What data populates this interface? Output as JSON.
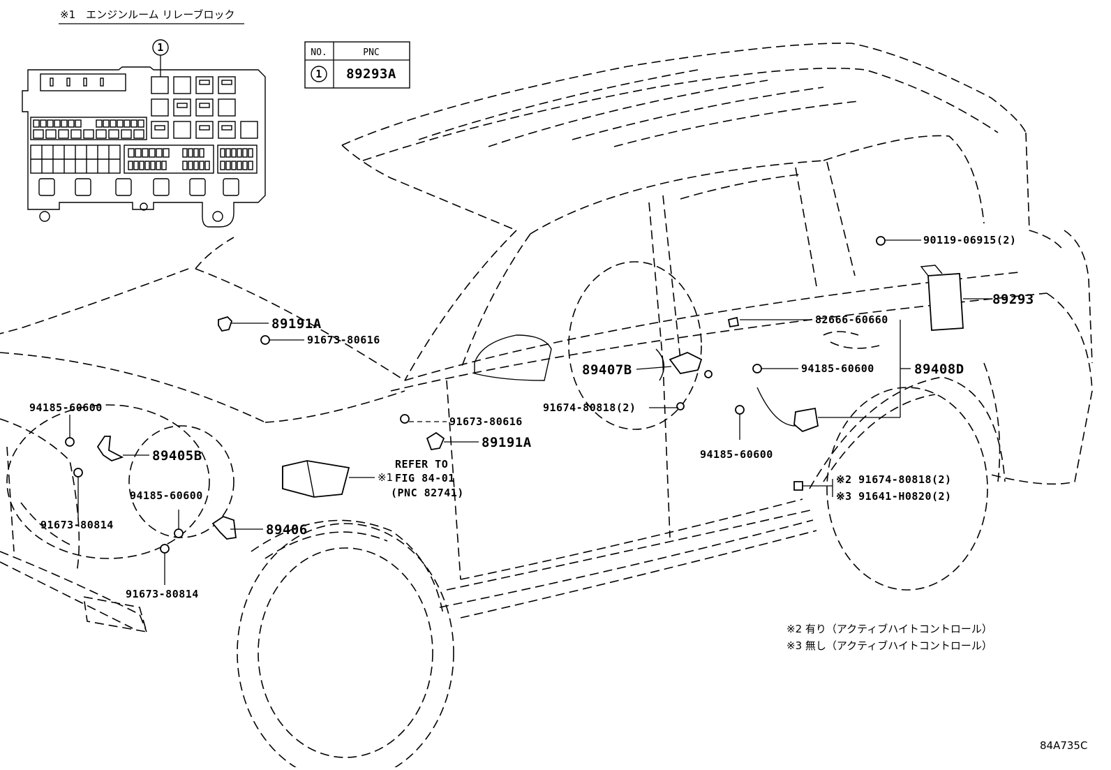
{
  "inset": {
    "title": "※1　エンジンルーム リレーブロック",
    "callout_no": "1"
  },
  "pnc_table": {
    "header_no": "NO.",
    "header_pnc": "PNC",
    "row_no": "1",
    "row_pnc": "89293A"
  },
  "labels": {
    "p89191A_top": "89191A",
    "p91673_80616_top": "91673-80616",
    "p94185_60600_left": "94185-60600",
    "p89405B": "89405B",
    "p94185_60600_mid": "94185-60600",
    "p91673_80814_left": "91673-80814",
    "p89406": "89406",
    "p91673_80814_bottom": "91673-80814",
    "p91673_80616_mid": "91673-80616",
    "p89191A_mid": "89191A",
    "refer_line1": "REFER TO",
    "refer_line2": "FIG 84-01",
    "refer_line3": "(PNC 82741)",
    "refer_mark": "※1",
    "p89407B": "89407B",
    "p91674_80818": "91674-80818(2)",
    "p94185_60600_bottom": "94185-60600",
    "p94185_60600_right": "94185-60600",
    "p82666_60660": "82666-60660",
    "p89408D": "89408D",
    "p90119_06915": "90119-06915(2)",
    "p89293": "89293",
    "p_note2_part": "※2 91674-80818(2)",
    "p_note3_part": "※3 91641-H0820(2)"
  },
  "notes": {
    "note2": "※2 有り（アクティブハイトコントロール）",
    "note3": "※3 無し（アクティブハイトコントロール）"
  },
  "figure_code": "84A735C"
}
